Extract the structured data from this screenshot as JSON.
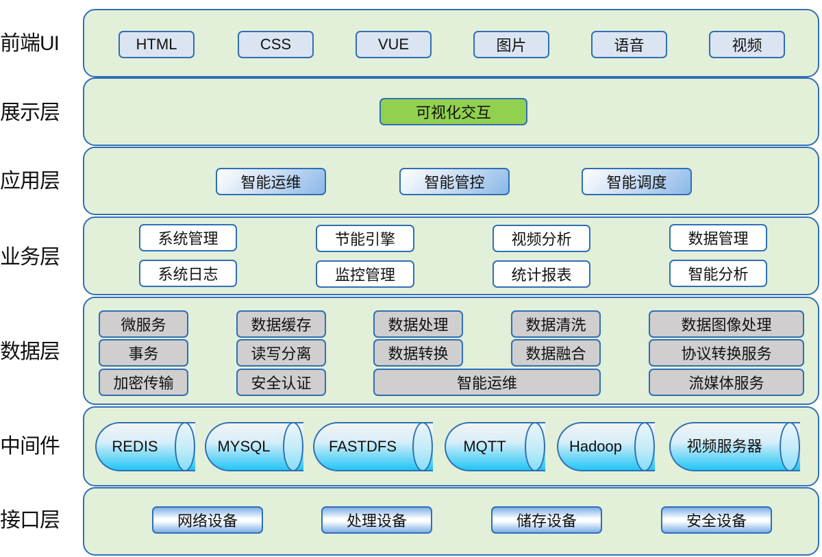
{
  "layers": [
    {
      "label": "前端UI",
      "items": [
        "HTML",
        "CSS",
        "VUE",
        "图片",
        "语音",
        "视频"
      ]
    },
    {
      "label": "展示层",
      "items": [
        "可视化交互"
      ]
    },
    {
      "label": "应用层",
      "items": [
        "智能运维",
        "智能管控",
        "智能调度"
      ]
    },
    {
      "label": "业务层",
      "items": [
        "系统管理",
        "节能引擎",
        "视频分析",
        "数据管理",
        "系统日志",
        "监控管理",
        "统计报表",
        "智能分析"
      ]
    },
    {
      "label": "数据层",
      "items": [
        "微服务",
        "数据缓存",
        "数据处理",
        "数据清洗",
        "数据图像处理",
        "事务",
        "读写分离",
        "数据转换",
        "数据融合",
        "协议转换服务",
        "加密传输",
        "安全认证",
        "智能运维",
        "流媒体服务"
      ]
    },
    {
      "label": "中间件",
      "items": [
        "REDIS",
        "MYSQL",
        "FASTDFS",
        "MQTT",
        "Hadoop",
        "视频服务器"
      ]
    },
    {
      "label": "接口层",
      "items": [
        "网络设备",
        "处理设备",
        "储存设备",
        "安全设备"
      ]
    }
  ],
  "colors": {
    "panel_bg": "#e2efd9",
    "border": "#2e6fb5",
    "frontend_box": "#dbe5f1",
    "presentation_box": "#92d050",
    "data_box": "#d0cece",
    "business_box": "#ffffff"
  }
}
